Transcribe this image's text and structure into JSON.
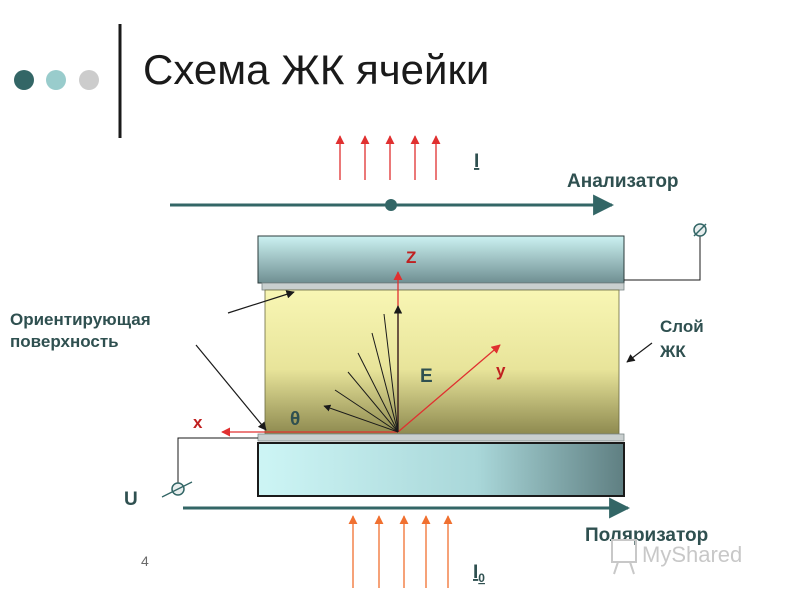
{
  "slide": {
    "title": "Схема ЖК ячейки",
    "page_number": "4",
    "bullet_colors": [
      "#336666",
      "#99cccc",
      "#cccccc"
    ]
  },
  "labels": {
    "intensity_out": "I",
    "analyzer": "Анализатор",
    "orient_line1": "Ориентирующая",
    "orient_line2": "поверхность",
    "lc_line1": "Слой",
    "lc_line2": "ЖК",
    "axis_z": "Z",
    "axis_y": "y",
    "axis_x": "x",
    "field": "E",
    "angle": "θ",
    "voltage": "U",
    "polarizer": "Поляризатор",
    "intensity_in": "I",
    "intensity_in_sub": "0"
  },
  "watermark": {
    "text": "MyShared"
  },
  "colors": {
    "teal_line": "#336666",
    "red_arrow": "#e03030",
    "orange_arrow": "#f07030",
    "lc_yellow": "#f2f0a8",
    "glass": "#bfe6e6"
  }
}
